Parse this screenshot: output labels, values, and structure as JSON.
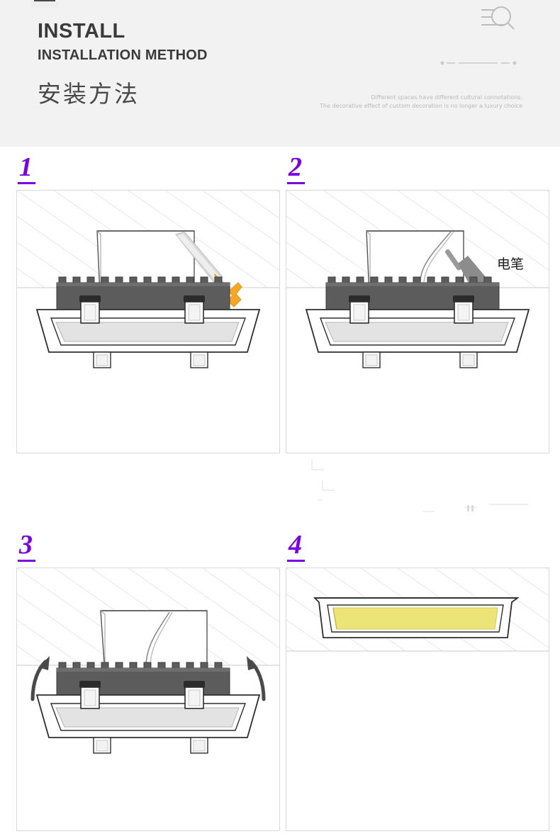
{
  "header": {
    "title": "INSTALL",
    "subtitle": "INSTALLATION METHOD",
    "title_cn": "安装方法",
    "tagline_line1": "Different spaces have different cultural connotations.",
    "tagline_line2": "The decorative effect of custom decoration is no longer a luxury choice",
    "background_color": "#f2f2f2",
    "text_color": "#3b3b3b",
    "tagline_color": "#b9b9b9",
    "search_icon": "magnifier-with-lines-icon",
    "divider_icon": "dot-dash-divider-icon"
  },
  "accent": {
    "step_number_color": "#7a00e6",
    "saw_handle_color": "#f5a623",
    "saw_blade_color": "#d9d9d9",
    "heatsink_color": "#5c5c5c",
    "diffuser_color": "#e3e3e3",
    "lit_panel_color": "#ede477",
    "tool_gray": "#8c8c8c",
    "hatch_color": "#cfcfcf",
    "panel_border_color": "#d8d8d8"
  },
  "steps": [
    {
      "number": "1",
      "name": "cut-ceiling-opening",
      "tool": "hand-saw-icon",
      "label": "",
      "has_arrows": false,
      "lit": false,
      "has_wire": false
    },
    {
      "number": "2",
      "name": "test-wiring-with-voltage-pen",
      "tool": "screwdriver-icon",
      "label": "电笔",
      "has_arrows": false,
      "lit": false,
      "has_wire": true
    },
    {
      "number": "3",
      "name": "push-fixture-into-ceiling",
      "tool": "",
      "label": "",
      "has_arrows": true,
      "lit": false,
      "has_wire": true
    },
    {
      "number": "4",
      "name": "installed-and-lit",
      "tool": "",
      "label": "",
      "has_arrows": false,
      "lit": true,
      "has_wire": false
    }
  ]
}
